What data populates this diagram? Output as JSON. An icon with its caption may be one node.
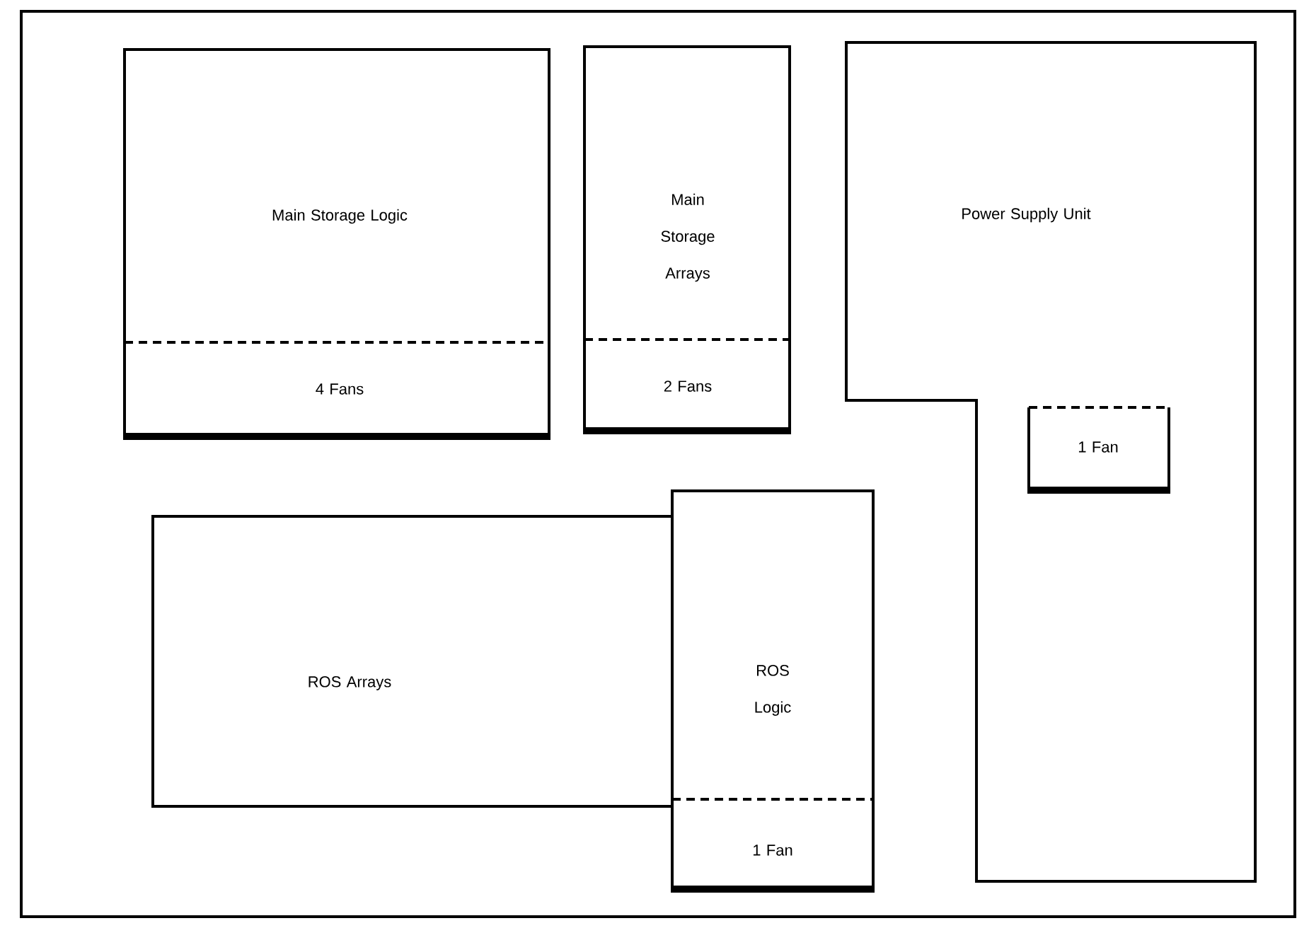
{
  "diagram": {
    "nodes": [
      {
        "text": [
          "Main Storage Logic"
        ]
      },
      {
        "text": [
          "4 Fans"
        ],
        "in": 0
      },
      {
        "text": [
          "Main Storage Arrays"
        ]
      },
      {
        "text": [
          "2 Fans"
        ],
        "in": 2
      },
      {
        "text": [
          "Power Supply Unit"
        ]
      },
      {
        "text": [
          "1 Fan"
        ],
        "in": 4
      },
      {
        "text": [
          "ROS Arrays"
        ]
      },
      {
        "text": [
          "ROS Logic"
        ]
      },
      {
        "text": [
          "1 Fan"
        ],
        "in": 7
      }
    ]
  }
}
